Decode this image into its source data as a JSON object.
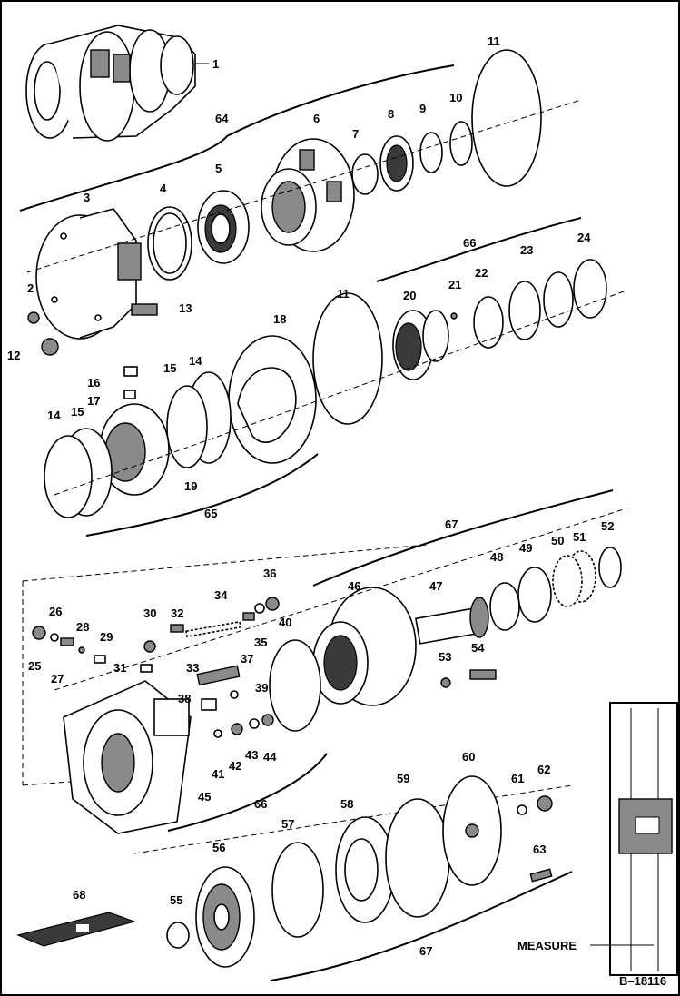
{
  "figure_id": "B–18116",
  "measure_label": "MEASURE",
  "callouts": {
    "c1": "1",
    "c2": "2",
    "c3": "3",
    "c4": "4",
    "c5": "5",
    "c6": "6",
    "c7": "7",
    "c8": "8",
    "c9": "9",
    "c10": "10",
    "c11a": "11",
    "c11b": "11",
    "c12": "12",
    "c13": "13",
    "c14a": "14",
    "c14b": "14",
    "c15a": "15",
    "c15b": "15",
    "c16": "16",
    "c17": "17",
    "c18": "18",
    "c19": "19",
    "c20": "20",
    "c21": "21",
    "c22": "22",
    "c23": "23",
    "c24": "24",
    "c25": "25",
    "c26": "26",
    "c27": "27",
    "c28": "28",
    "c29": "29",
    "c30": "30",
    "c31": "31",
    "c32": "32",
    "c33": "33",
    "c34": "34",
    "c35": "35",
    "c36": "36",
    "c37": "37",
    "c38": "38",
    "c39": "39",
    "c40": "40",
    "c41": "41",
    "c42": "42",
    "c43": "43",
    "c44": "44",
    "c45": "45",
    "c46": "46",
    "c47": "47",
    "c48": "48",
    "c49": "49",
    "c50": "50",
    "c51": "51",
    "c52": "52",
    "c53": "53",
    "c54": "54",
    "c55": "55",
    "c56": "56",
    "c57": "57",
    "c58": "58",
    "c59": "59",
    "c60": "60",
    "c61": "61",
    "c62": "62",
    "c63": "63",
    "g64": "64",
    "g65": "65",
    "g66a": "66",
    "g66b": "66",
    "g67a": "67",
    "g67b": "67",
    "c68": "68"
  }
}
